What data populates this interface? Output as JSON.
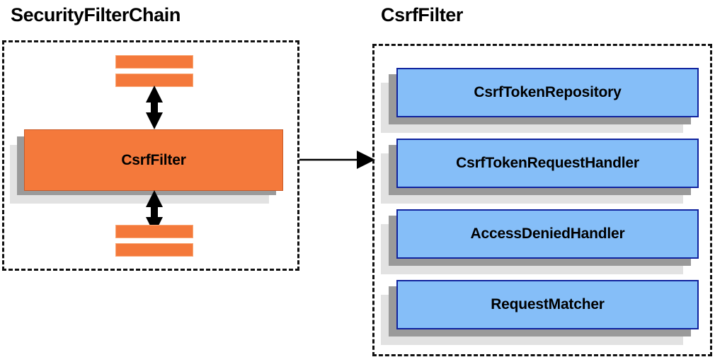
{
  "diagram": {
    "title_left": "SecurityFilterChain",
    "title_right": "CsrfFilter",
    "colors": {
      "orange_fill": "#f4793b",
      "orange_border": "#c85a28",
      "orange_bar_border": "#f9a877",
      "blue_fill": "#85bef8",
      "blue_border": "#10239e",
      "shadow_dark": "#9a9a9a",
      "shadow_light": "#e2e2e2",
      "dashed_border": "#111111",
      "background": "#ffffff",
      "text": "#000000"
    }
  },
  "left_panel": {
    "title": "SecurityFilterChain",
    "main_node": {
      "label": "CsrfFilter",
      "fill": "#f4793b"
    },
    "filter_bars": [
      {
        "name": "bar-top-1",
        "position": "top"
      },
      {
        "name": "bar-top-2",
        "position": "top"
      },
      {
        "name": "bar-bottom-1",
        "position": "bottom"
      },
      {
        "name": "bar-bottom-2",
        "position": "bottom"
      }
    ],
    "arrows": [
      {
        "name": "arrow-up-down-top",
        "kind": "double-headed-vertical"
      },
      {
        "name": "arrow-up-down-bottom",
        "kind": "double-headed-vertical"
      }
    ]
  },
  "right_panel": {
    "title": "CsrfFilter",
    "collaborators": [
      {
        "label": "CsrfTokenRepository"
      },
      {
        "label": "CsrfTokenRequestHandler"
      },
      {
        "label": "AccessDeniedHandler"
      },
      {
        "label": "RequestMatcher"
      }
    ]
  },
  "connector": {
    "name": "arrow-connector",
    "kind": "single-headed-horizontal",
    "from": "SecurityFilterChain.CsrfFilter",
    "to": "CsrfFilter"
  }
}
